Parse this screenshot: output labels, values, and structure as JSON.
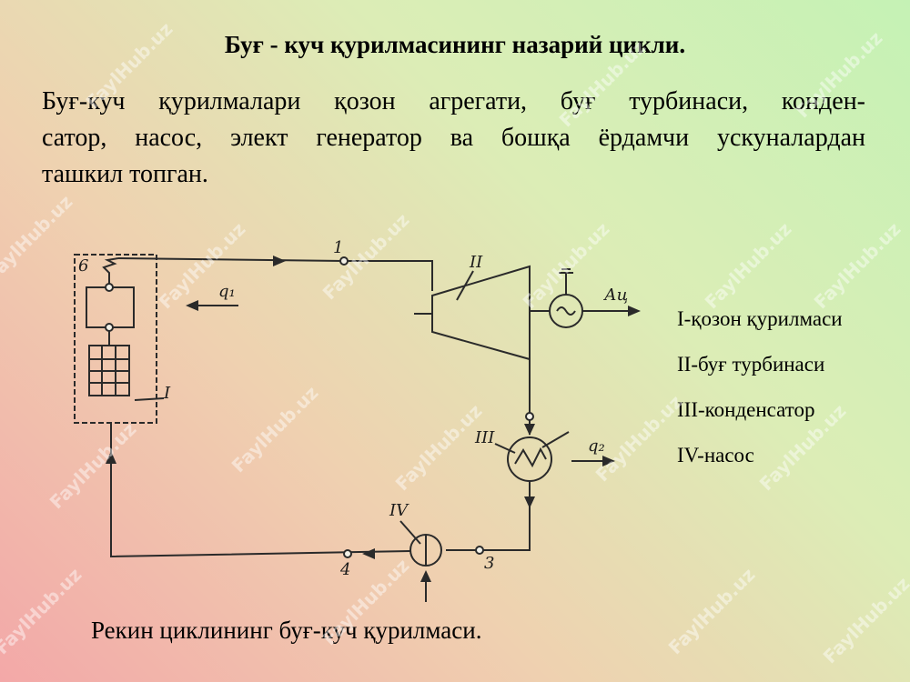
{
  "title": "Буғ - куч қурилмасининг назарий цикли.",
  "intro_lines": [
    "Буғ-куч қурилмалари қозон агрегати, буғ турбинаси, конден-",
    "сатор, насос, элект генератор ва бошқа ёрдамчи ускуналардан",
    "ташкил топган."
  ],
  "legend": {
    "item1": "I-қозон қурилмаси",
    "item2": "II-буғ турбинаси",
    "item3": "III-конденсатор",
    "item4": "IV-насос"
  },
  "caption": "Рекин циклининг буғ-куч қурилмаси.",
  "diagram": {
    "label_6": "6",
    "label_1": "1",
    "label_2": "II",
    "label_boiler": "I",
    "label_3roman": "III",
    "label_4roman": "IV",
    "label_3": "3",
    "label_4": "4",
    "label_q1": "q₁",
    "label_q2": "q₂",
    "label_aq": "Ац"
  },
  "watermark_text": "FaylHub.uz",
  "colors": {
    "line": "#2a2a2a",
    "watermark": "#ffffff"
  }
}
